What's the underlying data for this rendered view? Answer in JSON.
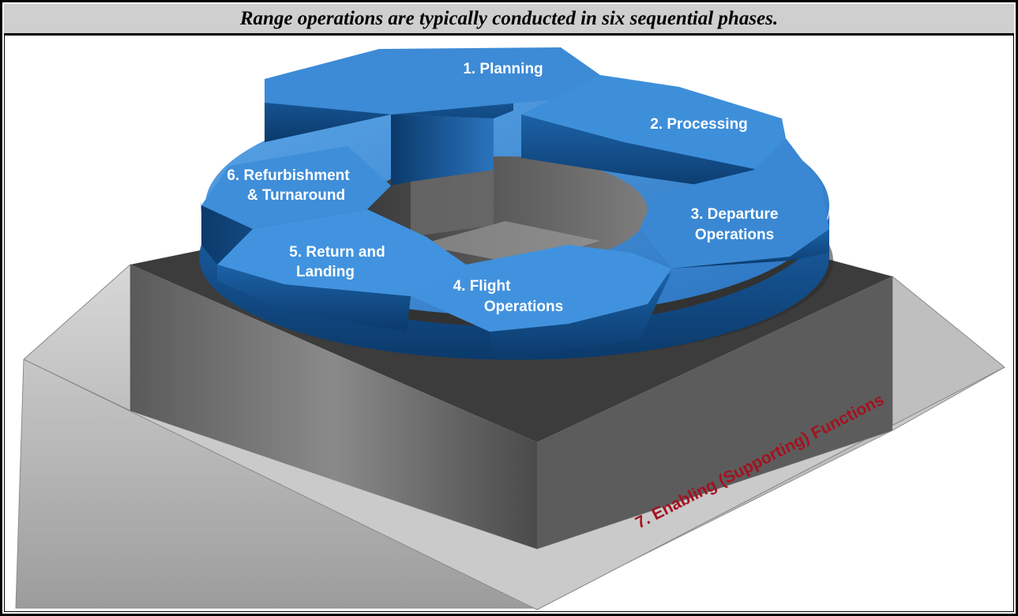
{
  "caption": "Range operations are typically conducted in six sequential phases.",
  "phases": {
    "p1": [
      "1. Planning"
    ],
    "p2": [
      "2. Processing"
    ],
    "p3": [
      "3. Departure",
      "Operations"
    ],
    "p4": [
      "4. Flight",
      "Operations"
    ],
    "p5": [
      "5. Return and",
      "Landing"
    ],
    "p6": [
      "6. Refurbishment",
      "& Turnaround"
    ]
  },
  "enabling": "7. Enabling (Supporting) Functions",
  "colors": {
    "arrow_top": "#3f8fd8",
    "arrow_side": "#0f4f8f",
    "base_dark": "#4a4a4a",
    "base_light": "#bdbdbd",
    "enabling_text": "#a3121f"
  }
}
